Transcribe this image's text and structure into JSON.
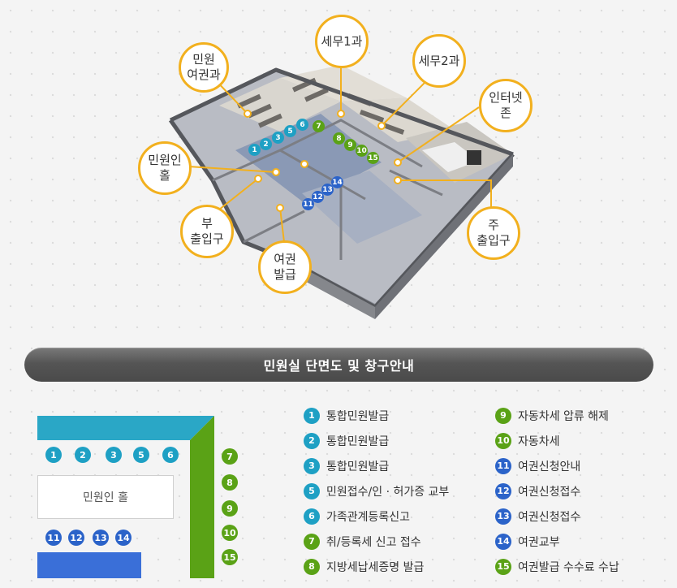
{
  "callouts": [
    {
      "label": "민원\n여권과"
    },
    {
      "label": "세무1과"
    },
    {
      "label": "세무2과"
    },
    {
      "label": "인터넷\n존"
    },
    {
      "label": "민원인\n홀"
    },
    {
      "label": "부\n출입구"
    },
    {
      "label": "여권\n발급"
    },
    {
      "label": "주\n출입구"
    }
  ],
  "pins": [
    "1",
    "2",
    "3",
    "5",
    "6",
    "7",
    "8",
    "9",
    "10",
    "15",
    "14",
    "13",
    "12",
    "11"
  ],
  "title": "민원실 단면도 및 창구안내",
  "minimap": {
    "top_dots": [
      "1",
      "2",
      "3",
      "5",
      "6"
    ],
    "right_dots": [
      "7",
      "8",
      "9",
      "10",
      "15"
    ],
    "bottom_dots": [
      "11",
      "12",
      "13",
      "14"
    ],
    "hall_label": "민원인 홀"
  },
  "legend_left": [
    {
      "num": "1",
      "label": "통합민원발급"
    },
    {
      "num": "2",
      "label": "통합민원발급"
    },
    {
      "num": "3",
      "label": "통합민원발급"
    },
    {
      "num": "5",
      "label": "민원접수/인 · 허가증 교부"
    },
    {
      "num": "6",
      "label": "가족관계등록신고"
    },
    {
      "num": "7",
      "label": "취/등록세 신고 접수"
    },
    {
      "num": "8",
      "label": "지방세납세증명 발급"
    }
  ],
  "legend_right": [
    {
      "num": "9",
      "label": "자동차세 압류 해제"
    },
    {
      "num": "10",
      "label": "자동차세"
    },
    {
      "num": "11",
      "label": "여권신청안내"
    },
    {
      "num": "12",
      "label": "여권신청접수"
    },
    {
      "num": "13",
      "label": "여권신청접수"
    },
    {
      "num": "14",
      "label": "여권교부"
    },
    {
      "num": "15",
      "label": "여권발급 수수료 수납"
    }
  ],
  "colors": {
    "teal": "#1ea0c4",
    "green": "#5aa216",
    "blue": "#2b63c9",
    "callout_border": "#f2b01e"
  }
}
